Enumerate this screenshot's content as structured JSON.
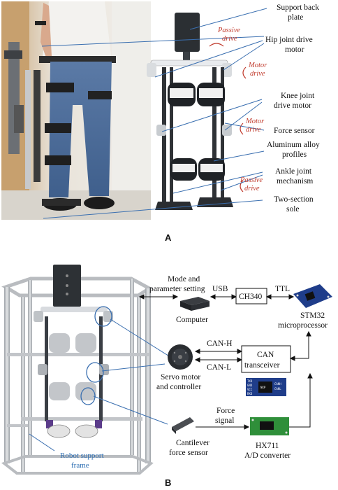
{
  "panel_a": {
    "label": "A",
    "callouts": {
      "support_back_plate": [
        "Support back",
        "plate"
      ],
      "hip_motor": [
        "Hip joint drive",
        "motor"
      ],
      "knee_motor": [
        "Knee joint",
        "drive motor"
      ],
      "force_sensor": "Force sensor",
      "aluminum": [
        "Aluminum alloy",
        "profiles"
      ],
      "ankle": [
        "Ankle joint",
        "mechanism"
      ],
      "sole": [
        "Two-section",
        "sole"
      ]
    },
    "drive_labels": {
      "passive_top": [
        "Passive",
        "drive"
      ],
      "motor_hip": [
        "Motor",
        "drive"
      ],
      "motor_knee": [
        "Motor",
        "drive"
      ],
      "passive_ankle": [
        "Passive",
        "drive"
      ]
    }
  },
  "panel_b": {
    "label": "B",
    "mode_setting": [
      "Mode and",
      "parameter setting"
    ],
    "computer": "Computer",
    "usb": "USB",
    "ch340": "CH340",
    "ttl": "TTL",
    "stm32": [
      "STM32",
      "microprocessor"
    ],
    "can_h": "CAN-H",
    "can_l": "CAN-L",
    "can_transceiver": [
      "CAN",
      "transceiver"
    ],
    "servo": [
      "Servo motor",
      "and controller"
    ],
    "force_signal": [
      "Force",
      "signal"
    ],
    "cantilever": [
      "Cantilever",
      "force sensor"
    ],
    "hx711": [
      "HX711",
      "A/D converter"
    ],
    "robot_frame": [
      "Robot support",
      "frame"
    ],
    "chip_text": [
      "TXD",
      "GND",
      "VCC",
      "RXD",
      "CANH",
      "CANL",
      "NXP"
    ]
  },
  "colors": {
    "blue_line": "#3a6fb0",
    "red_text": "#c0392b",
    "frame_gray": "#b9bcc0",
    "pcb_blue": "#1f3d8a",
    "pcb_green": "#2f8f3a"
  }
}
